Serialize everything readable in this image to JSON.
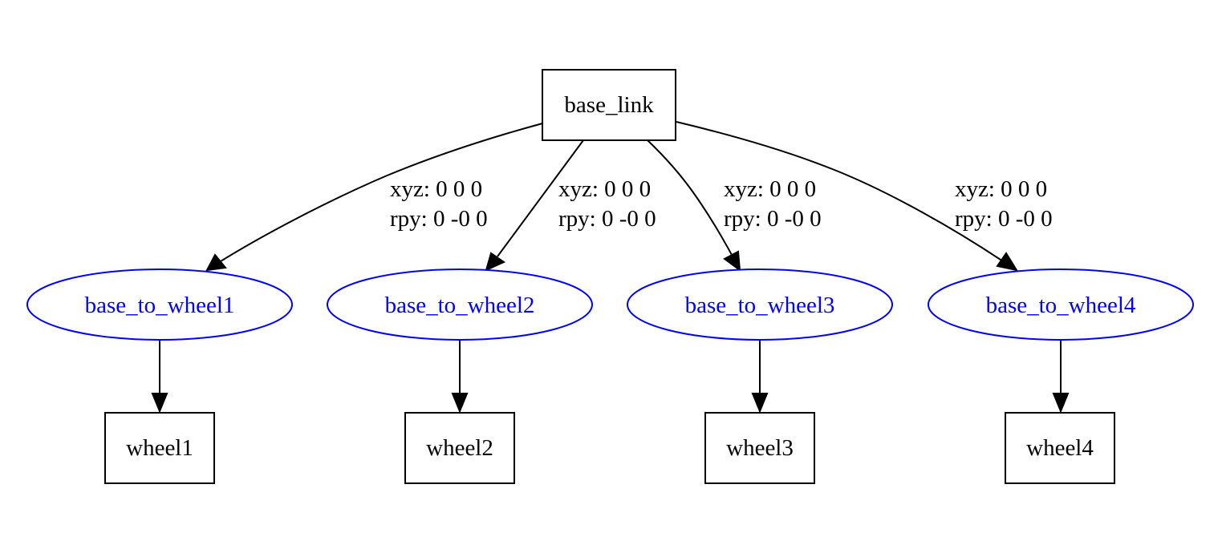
{
  "colors": {
    "link_stroke": "#000000",
    "link_text": "#000000",
    "joint_stroke": "#0000ff",
    "joint_text": "#0000ff",
    "edge": "#000000"
  },
  "root": {
    "label": "base_link"
  },
  "joints": [
    {
      "label": "base_to_wheel1",
      "xyz_label": "xyz: 0 0 0",
      "rpy_label": "rpy: 0 -0 0",
      "child": "wheel1"
    },
    {
      "label": "base_to_wheel2",
      "xyz_label": "xyz: 0 0 0",
      "rpy_label": "rpy: 0 -0 0",
      "child": "wheel2"
    },
    {
      "label": "base_to_wheel3",
      "xyz_label": "xyz: 0 0 0",
      "rpy_label": "rpy: 0 -0 0",
      "child": "wheel3"
    },
    {
      "label": "base_to_wheel4",
      "xyz_label": "xyz: 0 0 0",
      "rpy_label": "rpy: 0 -0 0",
      "child": "wheel4"
    }
  ]
}
